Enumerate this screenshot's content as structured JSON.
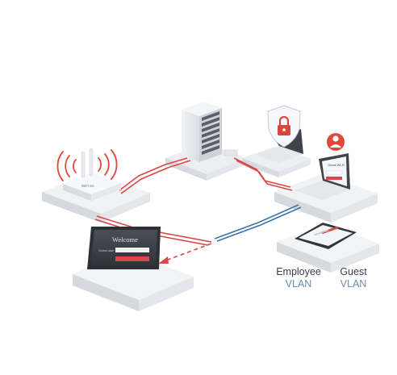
{
  "router": {
    "text": "WiFi 6A"
  },
  "kiosk_tablet": {
    "title": "Welcome",
    "field_label": "Guest user",
    "button_color": "#d94848"
  },
  "laptop_right": {
    "title": "Guest Wi-Fi"
  },
  "vlan_labels": {
    "employee": {
      "line1": "Employee",
      "line2": "VLAN"
    },
    "guest": {
      "line1": "Guest",
      "line2": "VLAN"
    }
  },
  "colors": {
    "guest_cable": "#d94848",
    "employee_cable": "#3d74a8",
    "platform": "#f4f5f7",
    "platform_side": "#dfe2e7",
    "alert_red": "#e0483c",
    "shield_red": "#d8453f",
    "screen_dark": "#3b3f45"
  }
}
